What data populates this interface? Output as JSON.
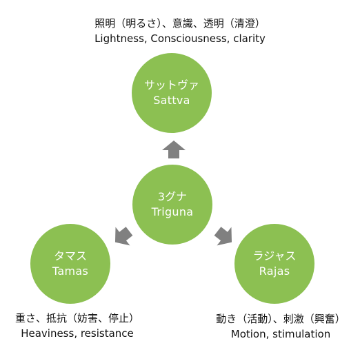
{
  "colors": {
    "circle_fill": "#8cc052",
    "circle_text": "#ffffff",
    "arrow_fill": "#808080",
    "caption_text": "#111111"
  },
  "center": {
    "jp": "3グナ",
    "en": "Triguna"
  },
  "sattva": {
    "jp": "サットヴァ",
    "en": "Sattva",
    "caption_jp": "照明（明るさ）、意識、透明（清澄）",
    "caption_en": "Lightness, Consciousness, clarity"
  },
  "tamas": {
    "jp": "タマス",
    "en": "Tamas",
    "caption_jp": "重さ、抵抗（妨害、停止）",
    "caption_en": "Heaviness, resistance"
  },
  "rajas": {
    "jp": "ラジャス",
    "en": "Rajas",
    "caption_jp": "動き（活動）、刺激（興奮）",
    "caption_en": "Motion, stimulation"
  }
}
